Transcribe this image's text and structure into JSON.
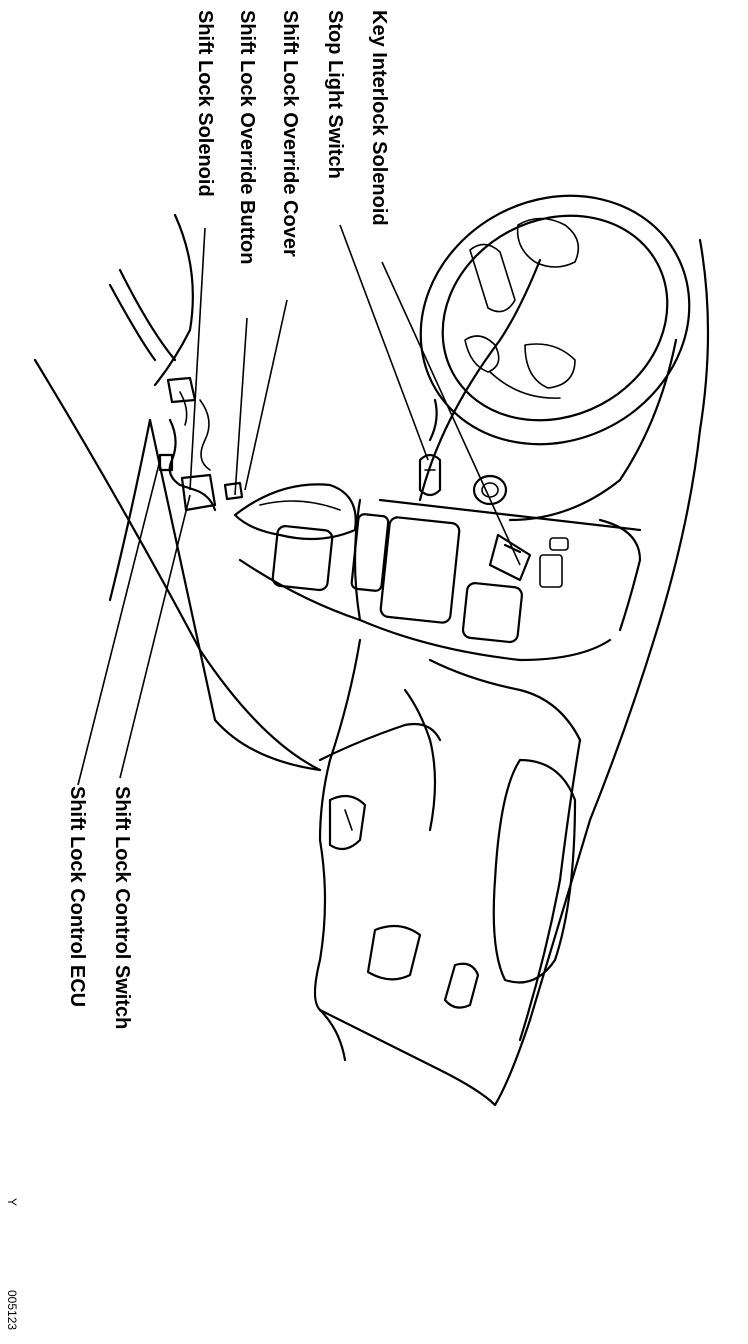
{
  "labels": {
    "key_interlock_solenoid": "Key Interlock Solenoid",
    "stop_light_switch": "Stop Light Switch",
    "shift_lock_override_cover": "Shift Lock Override Cover",
    "shift_lock_override_button": "Shift Lock Override Button",
    "shift_lock_solenoid": "Shift Lock Solenoid",
    "shift_lock_control_switch": "Shift Lock Control Switch",
    "shift_lock_control_ecu": "Shift Lock Control ECU"
  },
  "footer": {
    "view_marker": "Y",
    "figure_code": "005123"
  }
}
